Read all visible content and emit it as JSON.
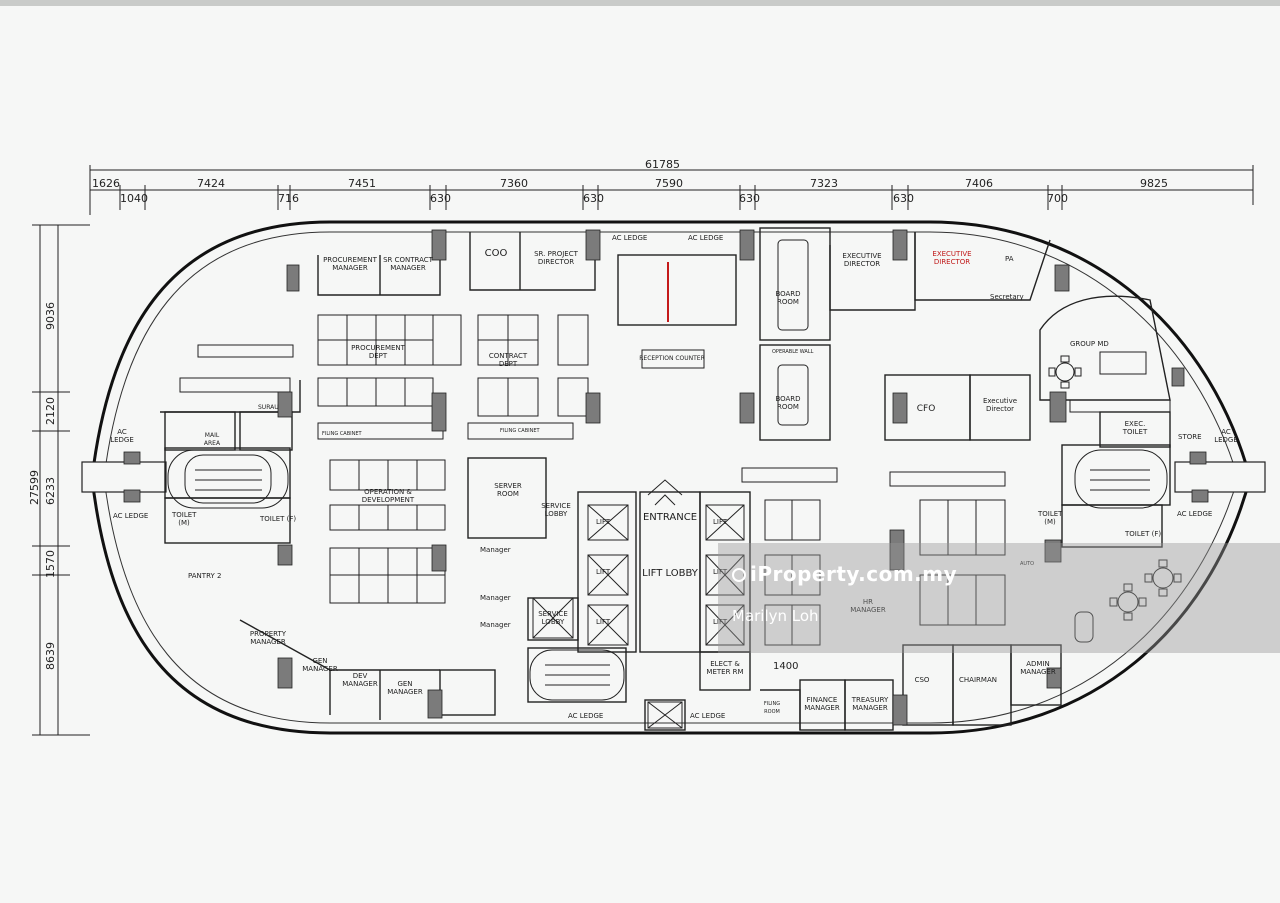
{
  "dimensions": {
    "overall_width": "61785",
    "top_segments": [
      "1626",
      "1040",
      "7424",
      "716",
      "7451",
      "630",
      "7360",
      "630",
      "7590",
      "630",
      "7323",
      "630",
      "7406",
      "700",
      "9825"
    ],
    "overall_height": "27599",
    "left_segments": [
      "9036",
      "2120",
      "6233",
      "1570",
      "8639"
    ]
  },
  "rooms": {
    "procurement_manager": "PROCUREMENT MANAGER",
    "sr_contract_manager": "SR CONTRACT MANAGER",
    "coo": "COO",
    "sr_project_director": "SR. PROJECT DIRECTOR",
    "ac_ledge": "AC LEDGE",
    "board_room": "BOARD ROOM",
    "executive_director": "EXECUTIVE DIRECTOR",
    "executive_director_red": "EXECUTIVE DIRECTOR",
    "pa": "PA",
    "secretary": "Secretary",
    "group_md": "GROUP MD",
    "procurement_dept": "PROCUREMENT DEPT",
    "contract_dept": "CONTRACT DEPT",
    "reception_counter": "RECEPTION COUNTER",
    "operable_wall": "OPERABLE WALL",
    "cfo": "CFO",
    "executive_director_small": "Executive Director",
    "filing_cabinet": "FILING CABINET",
    "surau": "SURAU",
    "operation_development": "OPERATION & DEVELOPMENT",
    "server_room": "SERVER ROOM",
    "service_lobby": "SERVICE LOBBY",
    "entrance": "ENTRANCE",
    "lift": "LIFT",
    "lift_lobby": "LIFT LOBBY",
    "exec_toilet": "EXEC. TOILET",
    "store": "STORE",
    "toilet_m": "TOILET (M)",
    "toilet_f": "TOILET (F)",
    "pantry": "PANTRY 2",
    "property_manager": "PROPERTY MANAGER",
    "gen_manager": "GEN MANAGER",
    "dev_manager": "DEV MANAGER",
    "manager": "Manager",
    "hr_manager": "HR MANAGER",
    "elect_meter": "ELECT & METER RM",
    "finance_manager": "FINANCE MANAGER",
    "treasury_manager": "TREASURY MANAGER",
    "cso": "CSO",
    "chairman": "CHAIRMAN",
    "admin_manager": "ADMIN MANAGER",
    "filing_room": "FILING ROOM",
    "dim_1400": "1400",
    "mail_area": "MAIL AREA",
    "autogate": "AUTO"
  },
  "watermark": {
    "logo": "iProperty.com.my",
    "agent": "Marilyn Loh"
  }
}
